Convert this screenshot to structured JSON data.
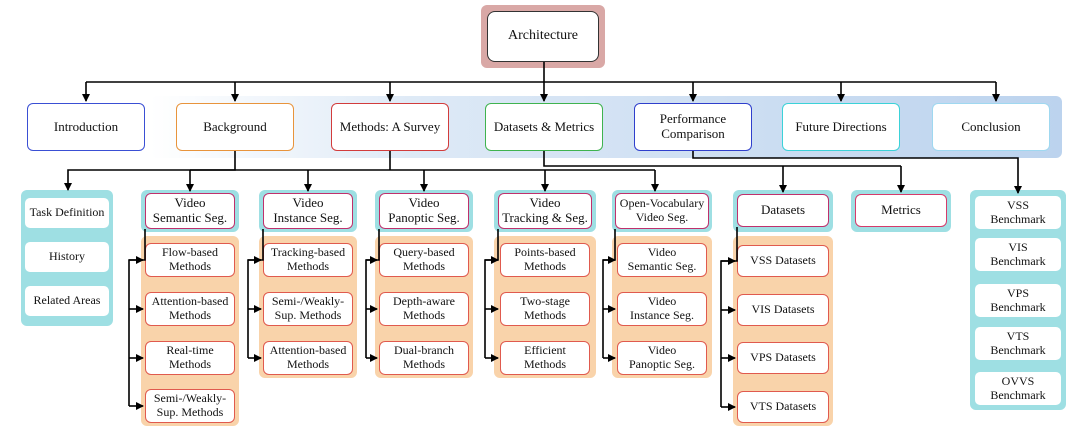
{
  "colors": {
    "root_frame": "#d9a8a6",
    "band": "#c7dcf0",
    "cyan_panel": "#9edfe3",
    "peach_panel": "#f9d3aa",
    "sub_border": "#e05a4e",
    "intro": "#3a4fd4",
    "background": "#e8943c",
    "methods": "#d23c3c",
    "datasets": "#3fb34f",
    "performance": "#2f3fcc",
    "future": "#3bd2d8",
    "conclusion": "#9fd8f0",
    "metrics_border": "#d63a6a",
    "group_header": "#c0306c"
  },
  "diagram": {
    "root": "Architecture",
    "sections": [
      {
        "key": "intro",
        "label": "Introduction"
      },
      {
        "key": "background",
        "label": "Background"
      },
      {
        "key": "methods",
        "label": "Methods: A Survey"
      },
      {
        "key": "datasets",
        "label": "Datasets & Metrics"
      },
      {
        "key": "performance",
        "label": "Performance\nComparison"
      },
      {
        "key": "future",
        "label": "Future Directions"
      },
      {
        "key": "conclusion",
        "label": "Conclusion"
      }
    ],
    "background_items": [
      "Task Definition",
      "History",
      "Related Areas"
    ],
    "method_groups": [
      {
        "title": "Video\nSemantic Seg.",
        "items": [
          "Flow-based\nMethods",
          "Attention-based\nMethods",
          "Real-time\nMethods",
          "Semi-/Weakly-\nSup. Methods"
        ]
      },
      {
        "title": "Video\nInstance Seg.",
        "items": [
          "Tracking-based\nMethods",
          "Semi-/Weakly-\nSup. Methods",
          "Attention-based\nMethods"
        ]
      },
      {
        "title": "Video\nPanoptic Seg.",
        "items": [
          "Query-based\nMethods",
          "Depth-aware\nMethods",
          "Dual-branch\nMethods"
        ]
      },
      {
        "title": "Video\nTracking & Seg.",
        "items": [
          "Points-based\nMethods",
          "Two-stage\nMethods",
          "Efficient\nMethods"
        ]
      },
      {
        "title": "Open-Vocabulary\nVideo Seg.",
        "items": [
          "Video\nSemantic Seg.",
          "Video\nInstance Seg.",
          "Video\nPanoptic Seg."
        ]
      }
    ],
    "datasets_group": {
      "title": "Datasets",
      "items": [
        "VSS Datasets",
        "VIS Datasets",
        "VPS Datasets",
        "VTS Datasets"
      ]
    },
    "metrics": "Metrics",
    "benchmarks": [
      "VSS\nBenchmark",
      "VIS\nBenchmark",
      "VPS\nBenchmark",
      "VTS\nBenchmark",
      "OVVS\nBenchmark"
    ]
  }
}
